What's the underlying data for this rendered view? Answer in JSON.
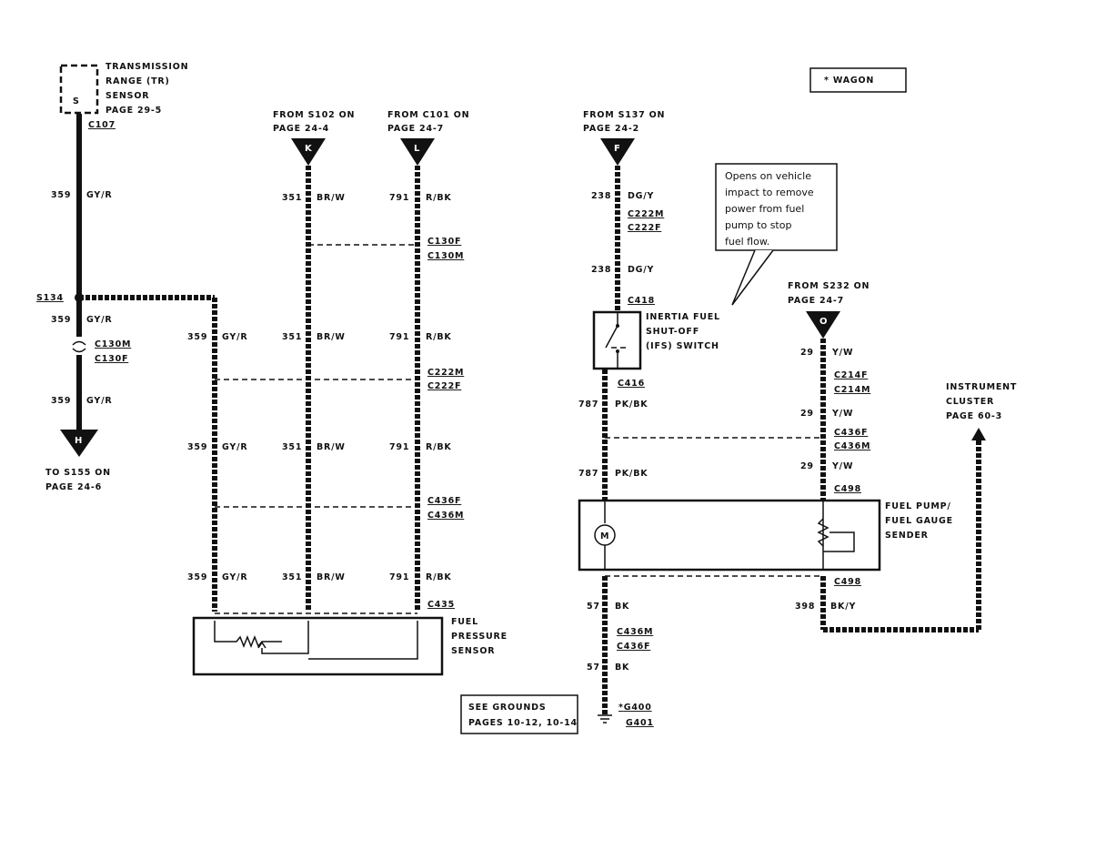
{
  "header": {
    "wagon_note": "* WAGON"
  },
  "tr_sensor": {
    "line1": "TRANSMISSION",
    "line2": "RANGE (TR)",
    "line3": "SENSOR",
    "line4": "PAGE 29-5",
    "pin": "S",
    "connector": "C107"
  },
  "sources": {
    "k": {
      "line1": "FROM S102 ON",
      "line2": "PAGE 24-4",
      "letter": "K"
    },
    "l": {
      "line1": "FROM C101 ON",
      "line2": "PAGE 24-7",
      "letter": "L"
    },
    "f": {
      "line1": "FROM S137 ON",
      "line2": "PAGE 24-2",
      "letter": "F"
    },
    "o": {
      "line1": "FROM S232 ON",
      "line2": "PAGE 24-7",
      "letter": "O"
    }
  },
  "h_dest": {
    "line1": "TO S155 ON",
    "line2": "PAGE 24-6",
    "letter": "H"
  },
  "splice": "S134",
  "wires": {
    "c359": {
      "num": "359",
      "color": "GY/R"
    },
    "c351": {
      "num": "351",
      "color": "BR/W"
    },
    "c791": {
      "num": "791",
      "color": "R/BK"
    },
    "c238": {
      "num": "238",
      "color": "DG/Y"
    },
    "c787": {
      "num": "787",
      "color": "PK/BK"
    },
    "c29": {
      "num": "29",
      "color": "Y/W"
    },
    "c57": {
      "num": "57",
      "color": "BK"
    },
    "c398": {
      "num": "398",
      "color": "BK/Y"
    }
  },
  "connectors": {
    "c130f": "C130F",
    "c130m": "C130M",
    "c222m": "C222M",
    "c222f": "C222F",
    "c436f": "C436F",
    "c436m": "C436M",
    "c435": "C435",
    "c418": "C418",
    "c416": "C416",
    "c214f": "C214F",
    "c214m": "C214M",
    "c498": "C498",
    "g400": "G400",
    "g401": "G401"
  },
  "components": {
    "fuel_pressure": [
      "FUEL",
      "PRESSURE",
      "SENSOR"
    ],
    "ifs": [
      "INERTIA FUEL",
      "SHUT-OFF",
      "(IFS) SWITCH"
    ],
    "fuel_pump": [
      "FUEL PUMP/",
      "FUEL GAUGE",
      "SENDER"
    ],
    "motor": "M"
  },
  "callout": [
    "Opens on vehicle",
    "impact to remove",
    "power from fuel",
    "pump to stop",
    "fuel flow."
  ],
  "instrument": {
    "line1": "INSTRUMENT",
    "line2": "CLUSTER",
    "line3": "PAGE 60-3"
  },
  "grounds_note": {
    "line1": "SEE GROUNDS",
    "line2": "PAGES 10-12, 10-14"
  }
}
